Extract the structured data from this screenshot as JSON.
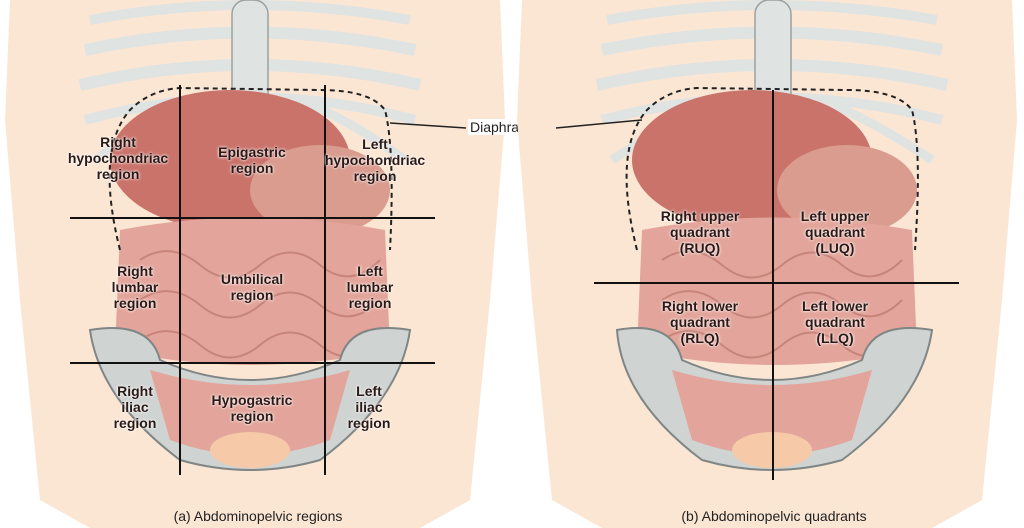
{
  "diagram": {
    "callout": "Diaphragm",
    "panel_a": {
      "caption": "(a) Abdominopelvic regions",
      "regions": [
        {
          "id": "right-hypochondriac",
          "label": "Right\nhypochondriac\nregion"
        },
        {
          "id": "epigastric",
          "label": "Epigastric\nregion"
        },
        {
          "id": "left-hypochondriac",
          "label": "Left\nhypochondriac\nregion"
        },
        {
          "id": "right-lumbar",
          "label": "Right\nlumbar\nregion"
        },
        {
          "id": "umbilical",
          "label": "Umbilical\nregion"
        },
        {
          "id": "left-lumbar",
          "label": "Left\nlumbar\nregion"
        },
        {
          "id": "right-iliac",
          "label": "Right\niliac\nregion"
        },
        {
          "id": "hypogastric",
          "label": "Hypogastric\nregion"
        },
        {
          "id": "left-iliac",
          "label": "Left\niliac\nregion"
        }
      ]
    },
    "panel_b": {
      "caption": "(b) Abdominopelvic quadrants",
      "quadrants": [
        {
          "id": "ruq",
          "label": "Right upper\nquadrant\n(RUQ)"
        },
        {
          "id": "luq",
          "label": "Left upper\nquadrant\n(LUQ)"
        },
        {
          "id": "rlq",
          "label": "Right lower\nquadrant\n(RLQ)"
        },
        {
          "id": "llq",
          "label": "Left lower\nquadrant\n(LLQ)"
        }
      ]
    },
    "colors": {
      "skin": "#fbe6d4",
      "bone": "#dfe3e2",
      "bone_outline": "#9aa1a0",
      "organ": "#d98a82",
      "organ_dark": "#b8554f",
      "intestine": "#e3a59b",
      "pelvis": "#cfd3d2"
    }
  }
}
